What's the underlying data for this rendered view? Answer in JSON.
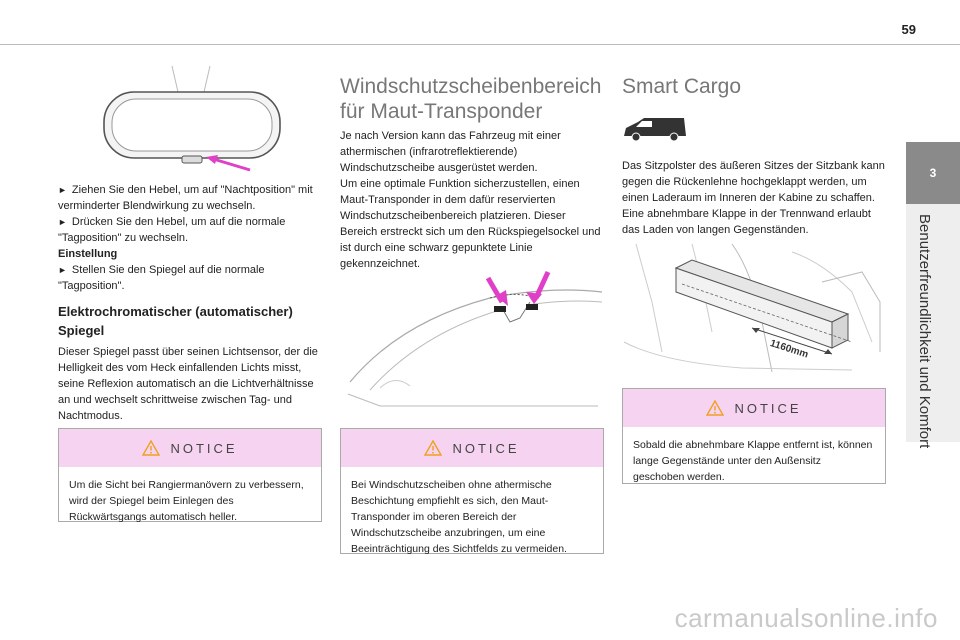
{
  "page": {
    "number": "59"
  },
  "chapter_tab": {
    "number": "3",
    "label": "Benutzerfreundlichkeit und Komfort"
  },
  "col1": {
    "instructions": [
      "Ziehen Sie den Hebel, um auf \"Nachtposition\" mit verminderter Blendwirkung zu wechseln.",
      "Drücken Sie den Hebel, um auf die normale \"Tagposition\" zu wechseln."
    ],
    "setting_heading": "Einstellung",
    "setting_instruction": "Stellen Sie den Spiegel auf die normale \"Tagposition\".",
    "section_title": "Elektrochromatischer (automatischer) Spiegel",
    "section_body": "Dieser Spiegel passt über seinen Lichtsensor, der die Helligkeit des vom Heck einfallenden Lichts misst, seine Reflexion automatisch an die Lichtverhältnisse an und wechselt schrittweise zwischen Tag- und Nachtmodus.",
    "notice_title": "NOTICE",
    "notice_text": "Um die Sicht bei Rangiermanövern zu verbessern, wird der Spiegel beim Einlegen des Rückwärtsgangs automatisch heller."
  },
  "col2": {
    "title": "Windschutzscheibenbereich für Maut-Transponder",
    "body1": "Je nach Version kann das Fahrzeug mit einer athermischen (infrarotreflektierende) Windschutzscheibe ausgerüstet werden.",
    "body2": "Um eine optimale Funktion sicherzustellen, einen Maut-Transponder in dem dafür reservierten Windschutzscheibenbereich platzieren. Dieser Bereich erstreckt sich um den Rückspiegelsockel und ist durch eine schwarz gepunktete Linie gekennzeichnet.",
    "notice_title": "NOTICE",
    "notice_text": "Bei Windschutzscheiben ohne athermische Beschichtung empfiehlt es sich, den Maut-Transponder im oberen Bereich der Windschutzscheibe anzubringen, um eine Beeinträchtigung des Sichtfelds zu vermeiden."
  },
  "col3": {
    "title": "Smart Cargo",
    "body": "Das Sitzpolster des äußeren Sitzes der Sitzbank kann gegen die Rückenlehne hochgeklappt werden, um einen Laderaum im Inneren der Kabine zu schaffen. Eine abnehmbare Klappe in der Trennwand erlaubt das Laden von langen Gegenständen.",
    "dimension_label": "1160mm",
    "notice_title": "NOTICE",
    "notice_text": "Sobald die abnehmbare Klappe entfernt ist, können lange Gegenstände unter den Außensitz geschoben werden."
  },
  "watermark": "carmanualsonline.info",
  "colors": {
    "notice_header": "#f6d4f1",
    "arrow_magenta": "#e040c8",
    "warning_orange": "#f0a020",
    "tab_dark": "#8a8a8a"
  }
}
